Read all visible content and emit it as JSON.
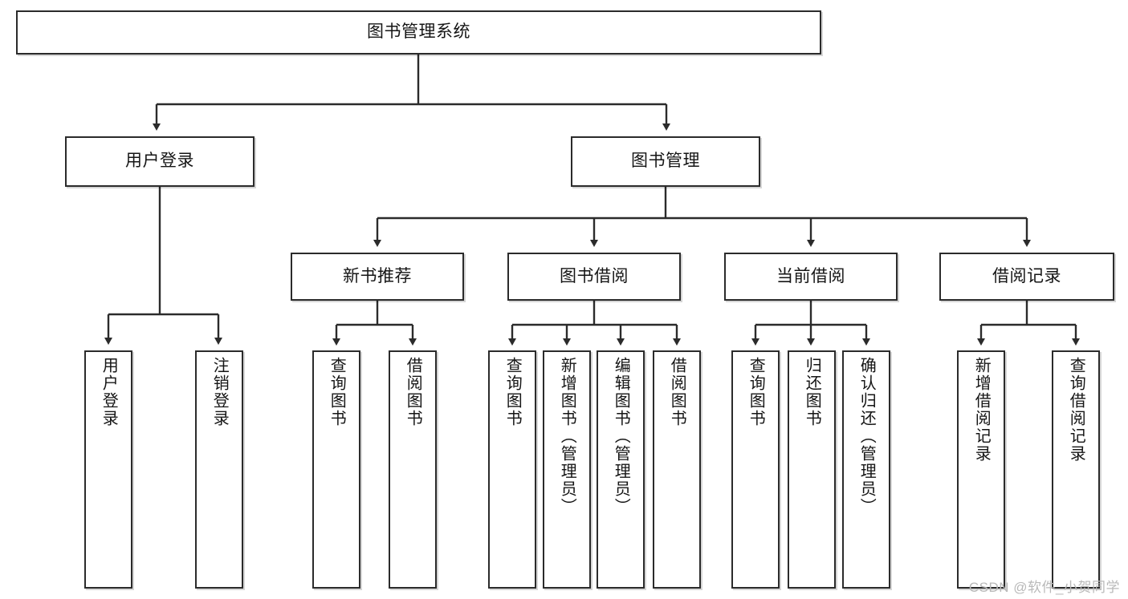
{
  "diagram": {
    "title": "图书管理系统",
    "type": "tree-hierarchy-chart",
    "watermark": "CSDN @软件_小贺同学",
    "colors": {
      "box_border": "#2b2b2b",
      "box_fill": "#ffffff",
      "connector": "#2b2b2b",
      "text": "#151515",
      "watermark": "#b9b9b9"
    },
    "root": {
      "label": "图书管理系统"
    },
    "level2": [
      {
        "label": "用户登录"
      },
      {
        "label": "图书管理"
      }
    ],
    "level3": [
      {
        "label": "新书推荐"
      },
      {
        "label": "图书借阅"
      },
      {
        "label": "当前借阅"
      },
      {
        "label": "借阅记录"
      }
    ],
    "leaves": {
      "user_login": [
        {
          "label": "用户登录"
        },
        {
          "label": "注销登录"
        }
      ],
      "new_book_recommend": [
        {
          "label": "查询图书"
        },
        {
          "label": "借阅图书"
        }
      ],
      "book_borrow": [
        {
          "label": "查询图书"
        },
        {
          "label": "新增图书（管理员）"
        },
        {
          "label": "编辑图书（管理员）"
        },
        {
          "label": "借阅图书"
        }
      ],
      "current_borrow": [
        {
          "label": "查询图书"
        },
        {
          "label": "归还图书"
        },
        {
          "label": "确认归还（管理员）"
        }
      ],
      "borrow_record": [
        {
          "label": "新增借阅记录"
        },
        {
          "label": "查询借阅记录"
        }
      ]
    }
  }
}
